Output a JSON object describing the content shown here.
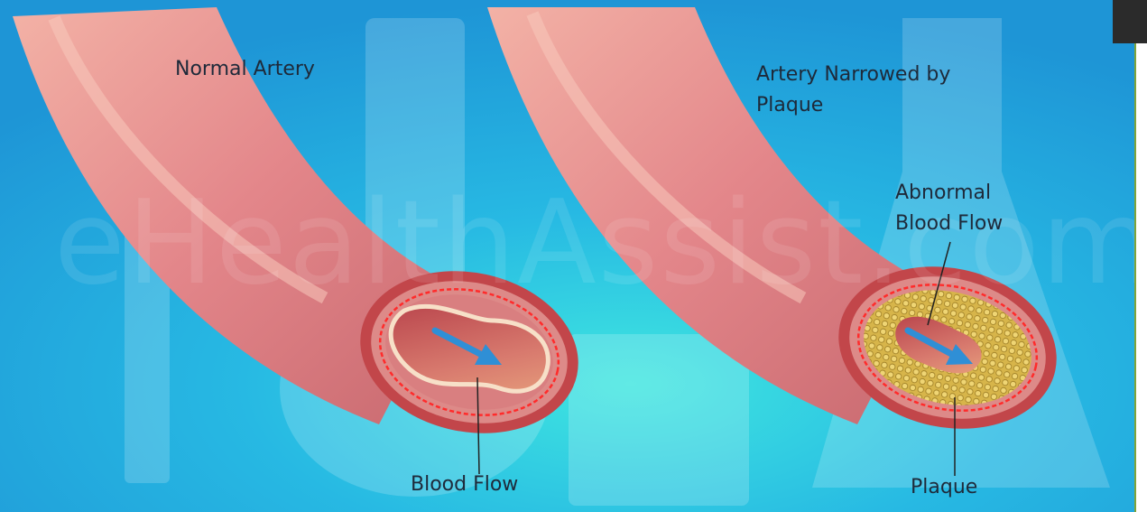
{
  "diagram": {
    "left_title": "Normal Artery",
    "right_title_line1": "Artery Narrowed by",
    "right_title_line2": "Plaque",
    "callout_blood_flow": "Blood Flow",
    "callout_abnormal_line1": "Abnormal",
    "callout_abnormal_line2": "Blood Flow",
    "callout_plaque": "Plaque",
    "watermark": "eHealthAssist.com"
  },
  "colors": {
    "background": "#2aa8dd",
    "artery": "#d97f80",
    "artery_wall": "#c2464a",
    "plaque": "#c9a83c",
    "flow_arrow": "#2f8fd6"
  }
}
